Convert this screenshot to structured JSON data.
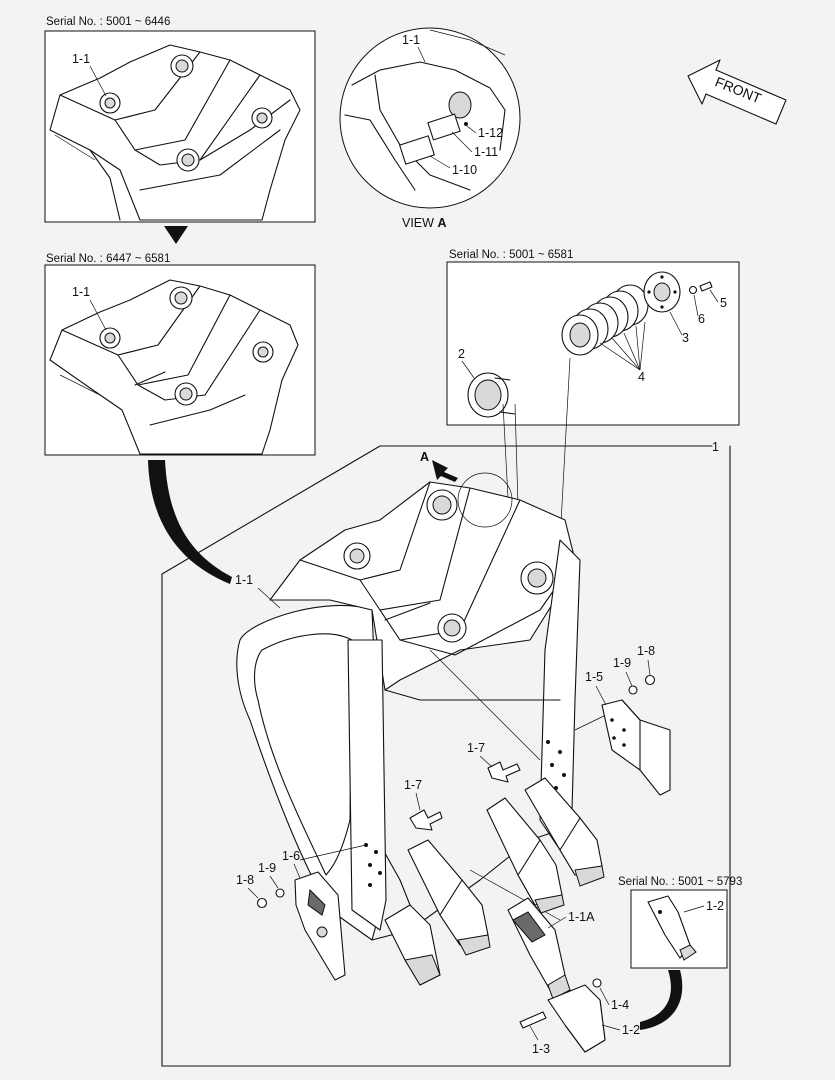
{
  "serials": {
    "s1": "Serial No. : 5001 ~ 6446",
    "s2": "Serial No. : 6447 ~ 6581",
    "s3": "Serial No. : 5001 ~ 6581",
    "s4": "Serial No. : 5001 ~ 5793"
  },
  "view": {
    "prefix": "VIEW",
    "letter": "A"
  },
  "front_label": "FRONT",
  "arrow_letter": "A",
  "labels": {
    "l_1_1_top": "1-1",
    "l_1_1_mid": "1-1",
    "l_1_1_view": "1-1",
    "l_1_12": "1-12",
    "l_1_11": "1-11",
    "l_1_10": "1-10",
    "l_1": "1",
    "l_2": "2",
    "l_3": "3",
    "l_4": "4",
    "l_5": "5",
    "l_6": "6",
    "l_1_1_main": "1-1",
    "l_1_8_r": "1-8",
    "l_1_9_r": "1-9",
    "l_1_5": "1-5",
    "l_1_7_a": "1-7",
    "l_1_7_b": "1-7",
    "l_1_6": "1-6",
    "l_1_9_l": "1-9",
    "l_1_8_l": "1-8",
    "l_1_1A": "1-1A",
    "l_1_2_box": "1-2",
    "l_1_4": "1-4",
    "l_1_2": "1-2",
    "l_1_3": "1-3"
  }
}
